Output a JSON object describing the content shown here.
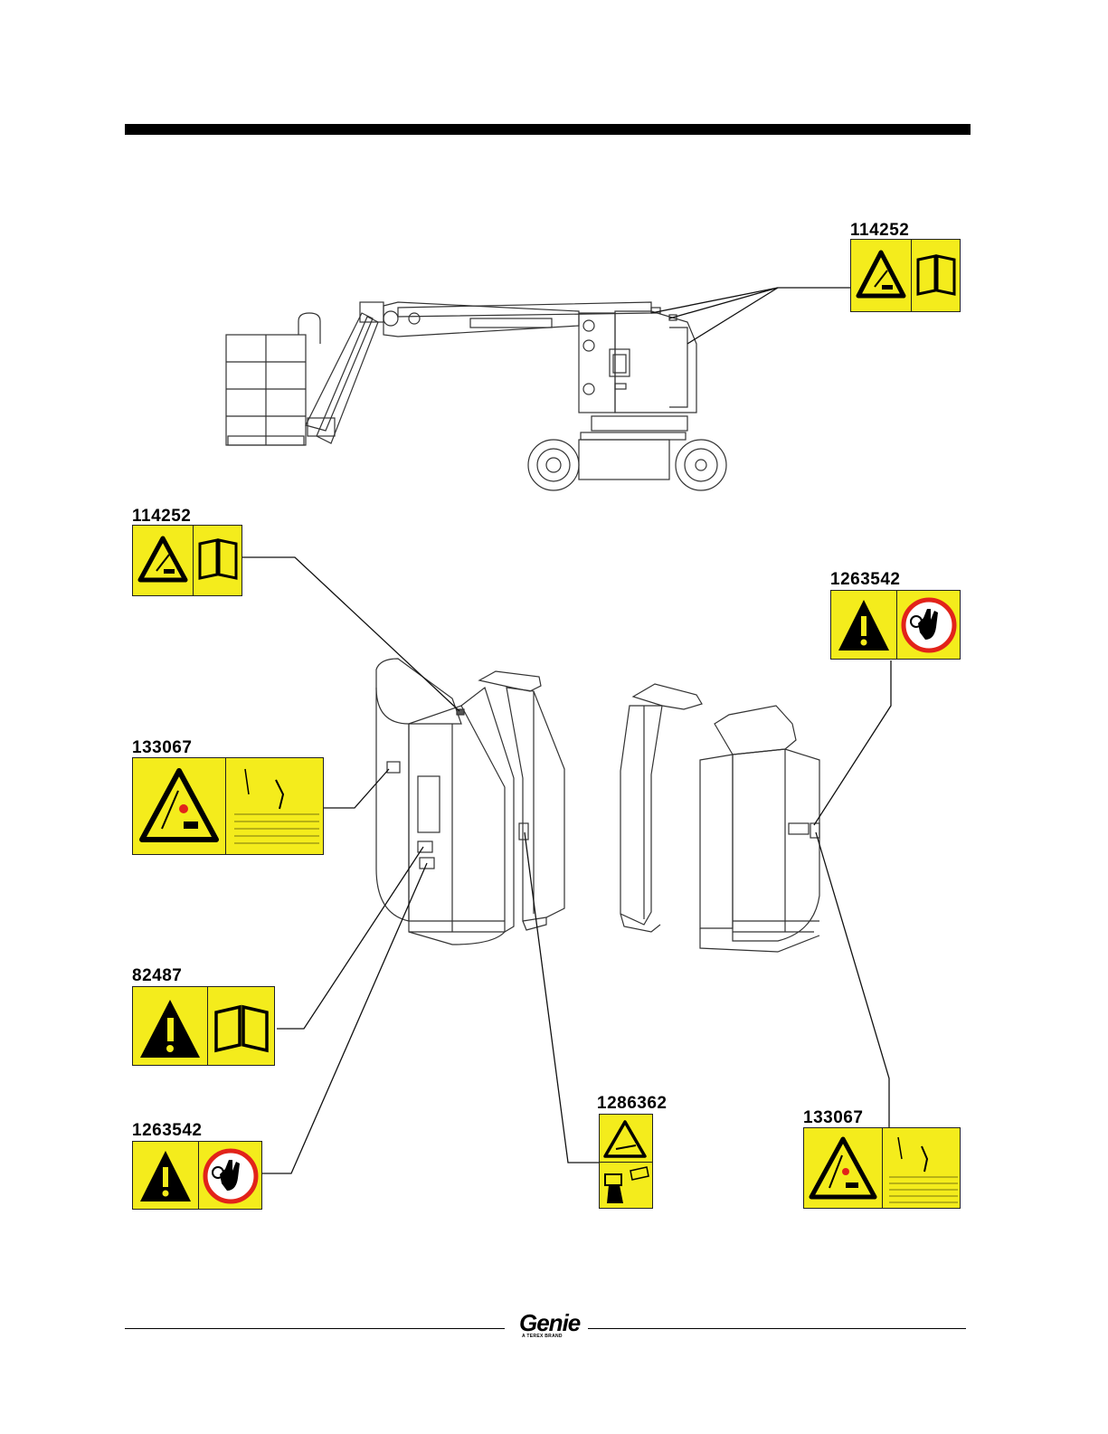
{
  "labels": {
    "decal_a": "114252",
    "decal_b": "114252",
    "decal_c": "1263542",
    "decal_d": "133067",
    "decal_e": "82487",
    "decal_f": "1263542",
    "decal_g": "1286362",
    "decal_h": "133067"
  },
  "footer": {
    "brand": "Genie",
    "tagline": "A TEREX BRAND"
  },
  "colors": {
    "decal_yellow": "#f4ec1c",
    "prohibition_red": "#e2231a"
  },
  "icons": [
    "warning-triangle-icon",
    "manual-book-icon",
    "prohibition-hand-icon",
    "tip-over-hazard-icon",
    "electrocution-hazard-icon",
    "crush-hazard-icon"
  ]
}
